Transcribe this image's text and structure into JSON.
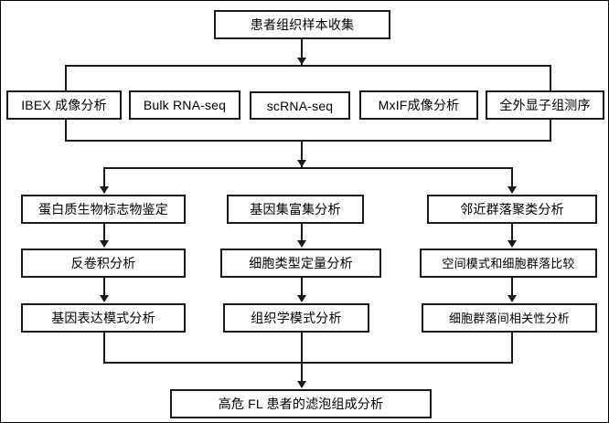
{
  "diagram": {
    "type": "flowchart",
    "orientation": "top-down",
    "title_node": "患者组织样本收集",
    "colors": {
      "stroke": "#1a1a1a",
      "fill": "#ffffff",
      "text": "#000000"
    },
    "rows": {
      "row1_source": {
        "label": "患者组织样本收集"
      },
      "row2_platforms": [
        {
          "label": "IBEX 成像分析"
        },
        {
          "label": "Bulk RNA-seq"
        },
        {
          "label": "scRNA-seq"
        },
        {
          "label": "MxIF成像分析"
        },
        {
          "label": "全外显子组测序"
        }
      ],
      "row3_analyses": [
        {
          "label": "蛋白质生物标志物鉴定"
        },
        {
          "label": "基因集富集分析"
        },
        {
          "label": "邻近群落聚类分析"
        }
      ],
      "row4_analyses": [
        {
          "label": "反卷积分析"
        },
        {
          "label": "细胞类型定量分析"
        },
        {
          "label": "空间模式和细胞群落比较"
        }
      ],
      "row5_analyses": [
        {
          "label": "基因表达模式分析"
        },
        {
          "label": "组织学模式分析"
        },
        {
          "label": "细胞群落间相关性分析"
        }
      ],
      "row6_result": {
        "label": "高危 FL 患者的滤泡组成分析"
      }
    }
  }
}
